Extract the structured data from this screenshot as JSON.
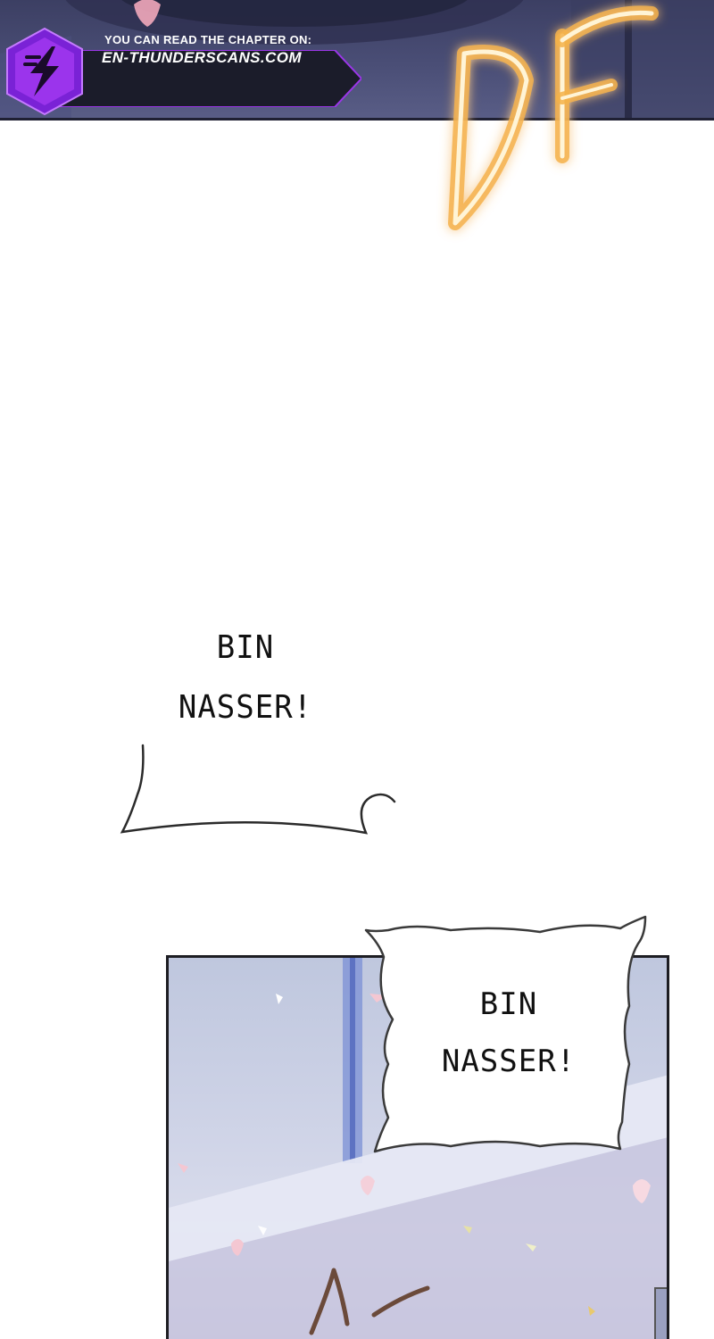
{
  "watermark": {
    "line1": "YOU CAN READ THE CHAPTER ON:",
    "line2": "EN-THUNDERSCANS.COM",
    "logo_icon": "lightning-hexagon-icon",
    "accent_color": "#8a2be2"
  },
  "bubbles": [
    {
      "line1": "BIN",
      "line2": "NASSER!"
    },
    {
      "line1": "BIN",
      "line2": "NASSER!"
    }
  ],
  "colors": {
    "top_panel": "#3c3f63",
    "gold_glow": "#f5c15a",
    "panel_bg": "#cdd2e6",
    "petal": "#f4c7d2"
  }
}
